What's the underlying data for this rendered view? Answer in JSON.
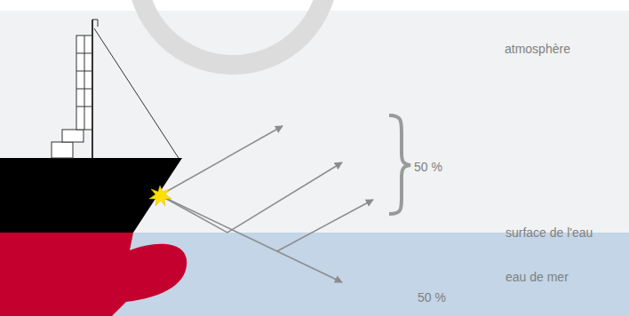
{
  "diagram": {
    "labels": [
      "atmosphère",
      "50 %",
      "surface de l'eau",
      "eau de mer",
      "50 %"
    ]
  }
}
